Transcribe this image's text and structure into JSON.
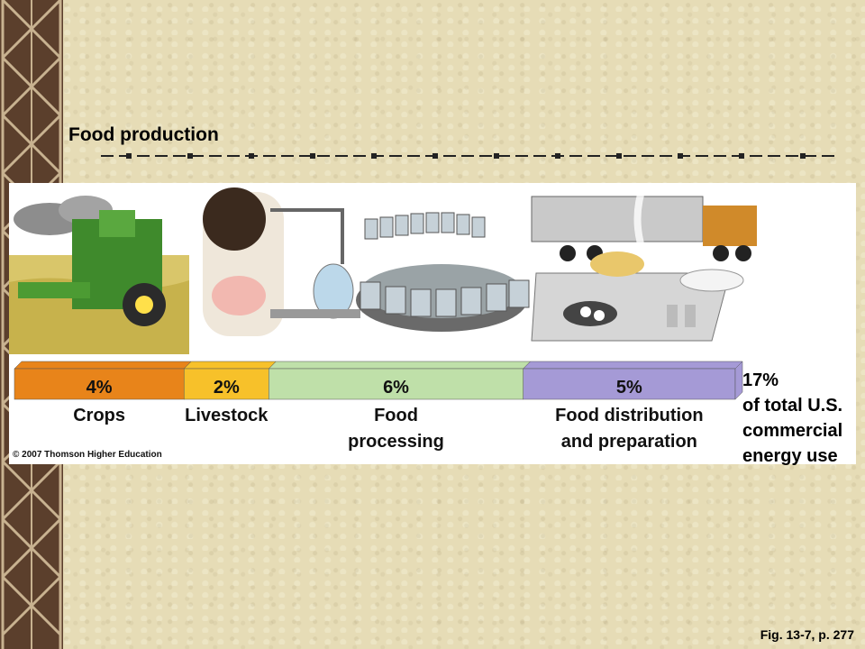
{
  "slide": {
    "title": "Food production",
    "figure_ref": "Fig. 13-7, p. 277",
    "copyright": "© 2007 Thomson Higher Education"
  },
  "total": {
    "value": "17%",
    "line1": "of total U.S.",
    "line2": "commercial",
    "line3": "energy use"
  },
  "colors": {
    "crops": "#e8841a",
    "livestock": "#f7c12a",
    "processing": "#bfe0a9",
    "distribution": "#a59ad6"
  },
  "chart_data": {
    "type": "bar",
    "stacked": true,
    "orientation": "horizontal",
    "unit": "%",
    "categories": [
      "Crops",
      "Livestock",
      "Food processing",
      "Food distribution and preparation"
    ],
    "values": [
      4,
      2,
      6,
      5
    ],
    "labels": [
      "4%",
      "2%",
      "6%",
      "5%"
    ],
    "category_labels": [
      "Crops",
      "Livestock",
      "Food\nprocessing",
      "Food distribution\nand preparation"
    ],
    "total": 17
  }
}
